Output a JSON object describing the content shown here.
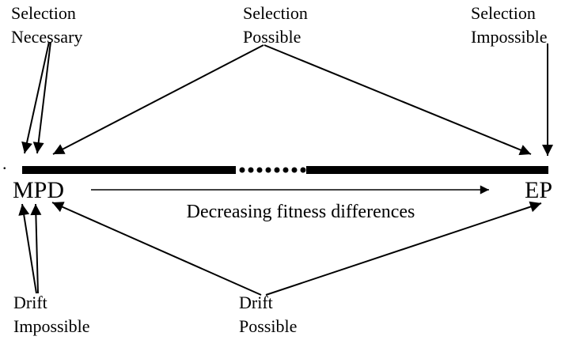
{
  "labels": {
    "selection_necessary": {
      "line1": "Selection",
      "line2": "Necessary"
    },
    "selection_possible": {
      "line1": "Selection",
      "line2": "Possible"
    },
    "selection_impossible": {
      "line1": "Selection",
      "line2": "Impossible"
    },
    "drift_impossible": {
      "line1": "Drift",
      "line2": "Impossible"
    },
    "drift_possible": {
      "line1": "Drift",
      "line2": "Possible"
    },
    "left_endpoint": "MPD",
    "right_endpoint": "EP",
    "axis_caption": "Decreasing fitness differences",
    "stray_dot": "."
  },
  "colors": {
    "ink": "#000000",
    "background": "#ffffff"
  }
}
